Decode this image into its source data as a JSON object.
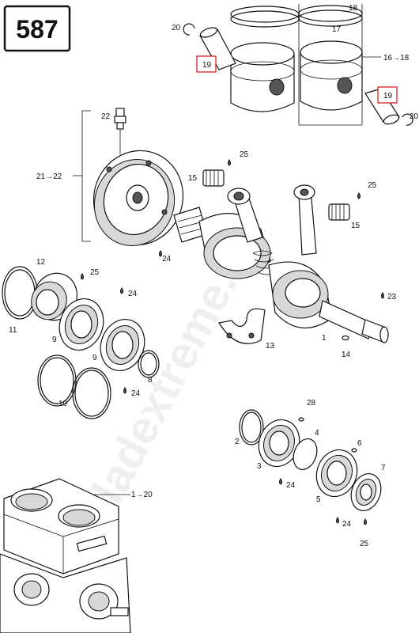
{
  "diagram_number": "587",
  "watermark": "ladextreme.lt",
  "labels": {
    "l20a": "20",
    "l19a": "19",
    "l18": "18",
    "l17": "17",
    "l16": "16→18",
    "l19b": "19",
    "l20b": "20",
    "l22": "22",
    "l21": "21→22",
    "l25a": "25",
    "l15a": "15",
    "l25b": "25",
    "l15b": "15",
    "l24a": "24",
    "l12": "12",
    "l25c": "25",
    "l24b": "24",
    "l11": "11",
    "l9a": "9",
    "l9b": "9",
    "l23": "23",
    "l13": "13",
    "l1": "1",
    "l14": "14",
    "l10": "10",
    "l8": "8",
    "l24c": "24",
    "l28": "28",
    "l2": "2",
    "l4": "4",
    "l6": "6",
    "l3": "3",
    "l7": "7",
    "l24d": "24",
    "l5": "5",
    "l24e": "24",
    "l25d": "25",
    "l1to20": "1→20"
  }
}
